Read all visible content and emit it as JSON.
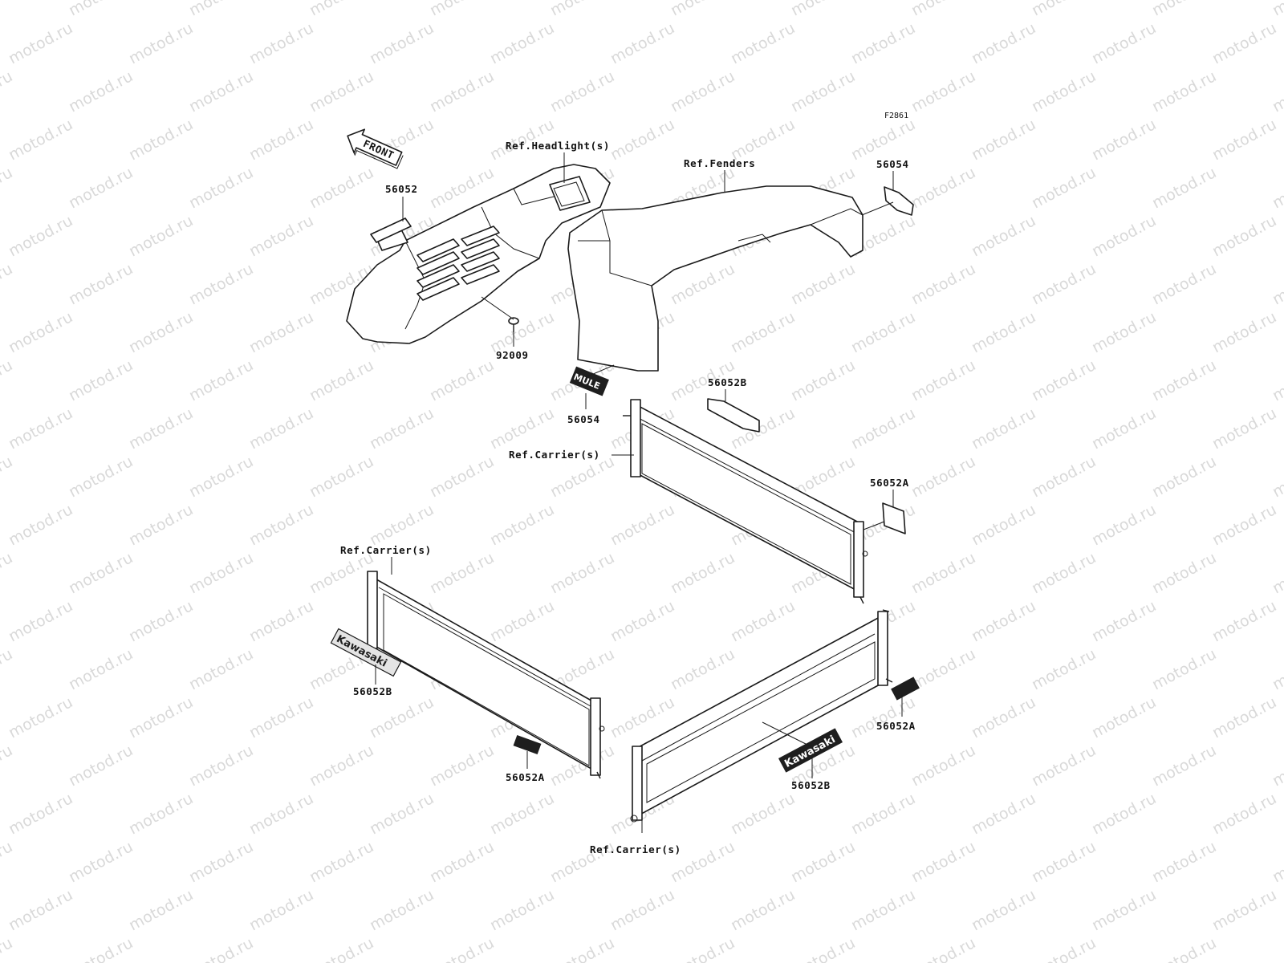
{
  "diagram_code": "F2861",
  "front_arrow": {
    "text": "FRONT",
    "icon": "front-arrow-icon"
  },
  "watermark": {
    "text": "motod.ru",
    "color": "#d9d9d9"
  },
  "decal_texts": {
    "kawasaki": "Kawasaki",
    "mule": "MULE"
  },
  "callouts": {
    "ref_headlight": "Ref.Headlight(s)",
    "ref_fenders": "Ref.Fenders",
    "part_56054_top": "56054",
    "part_56052": "56052",
    "part_92009": "92009",
    "part_56054_mule": "56054",
    "part_56052b_top": "56052B",
    "ref_carrier_mid": "Ref.Carrier(s)",
    "part_56052a_right": "56052A",
    "ref_carrier_left": "Ref.Carrier(s)",
    "part_56052b_left": "56052B",
    "part_56052a_left": "56052A",
    "part_56052a_lower_right": "56052A",
    "part_56052b_lower": "56052B",
    "ref_carrier_bottom": "Ref.Carrier(s)"
  }
}
